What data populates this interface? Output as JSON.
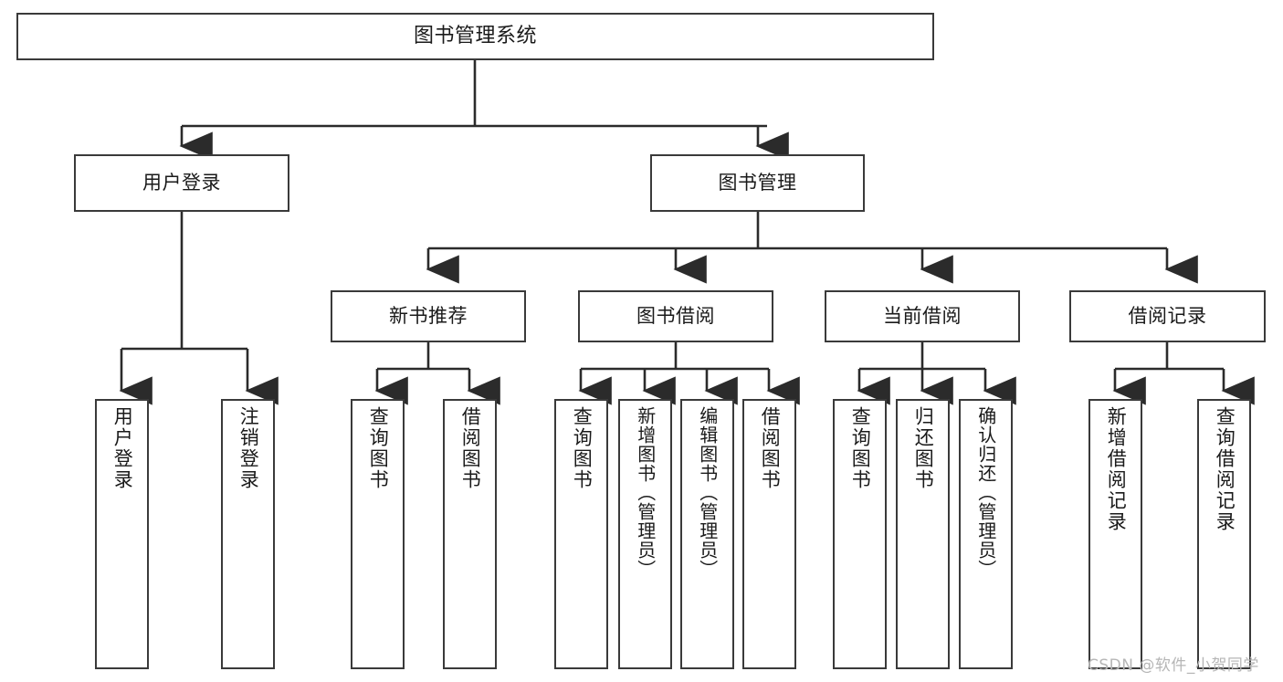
{
  "diagram": {
    "type": "tree",
    "title": "图书管理系统",
    "orientation": "top-down",
    "colors": {
      "box_border": "#3a3a3a",
      "box_fill": "#ffffff",
      "edge": "#2b2b2b",
      "text": "#1a1a1a",
      "background": "#ffffff",
      "watermark": "#b6b6b6"
    }
  },
  "root": {
    "label": "图书管理系统"
  },
  "level2": [
    {
      "label": "用户登录"
    },
    {
      "label": "图书管理"
    }
  ],
  "level3": [
    {
      "label": "新书推荐"
    },
    {
      "label": "图书借阅"
    },
    {
      "label": "当前借阅"
    },
    {
      "label": "借阅记录"
    }
  ],
  "leaves": {
    "user_login": [
      {
        "label": "用户登录"
      },
      {
        "label": "注销登录"
      }
    ],
    "new_book_recommend": [
      {
        "label": "查询图书"
      },
      {
        "label": "借阅图书"
      }
    ],
    "book_borrow": [
      {
        "label": "查询图书"
      },
      {
        "label": "新增图书（管理员）"
      },
      {
        "label": "编辑图书（管理员）"
      },
      {
        "label": "借阅图书"
      }
    ],
    "current_borrow": [
      {
        "label": "查询图书"
      },
      {
        "label": "归还图书"
      },
      {
        "label": "确认归还（管理员）"
      }
    ],
    "borrow_record": [
      {
        "label": "新增借阅记录"
      },
      {
        "label": "查询借阅记录"
      }
    ]
  },
  "watermark": {
    "text": "CSDN @软件_小贺同学"
  }
}
